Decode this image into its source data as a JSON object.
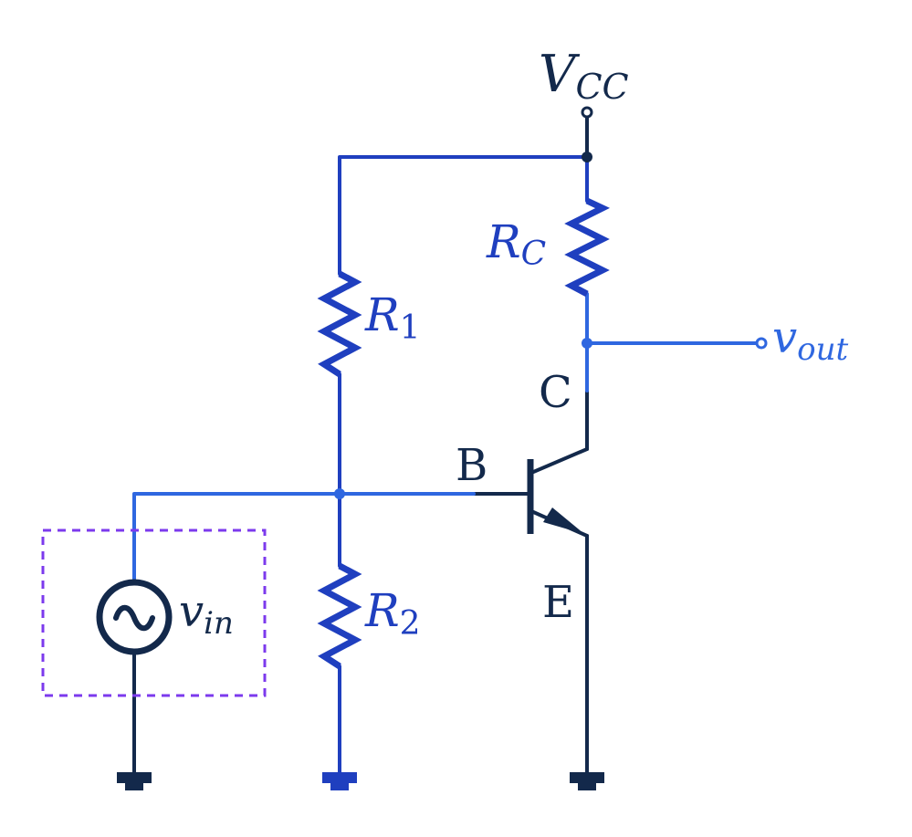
{
  "colors": {
    "dark": "#13294B",
    "blue": "#1F3FBF",
    "lightblue": "#2F67E0",
    "purple": "#7C3AED",
    "background": "#FFFFFF"
  },
  "labels": {
    "vcc": {
      "main": "V",
      "sub": "CC"
    },
    "rc": {
      "main": "R",
      "sub": "C"
    },
    "r1": {
      "main": "R",
      "sub": "1"
    },
    "r2": {
      "main": "R",
      "sub": "2"
    },
    "vout": {
      "main": "v",
      "sub": "out"
    },
    "vin": {
      "main": "v",
      "sub": "in"
    },
    "collector": "C",
    "base": "B",
    "emitter": "E"
  },
  "components": {
    "supply": "vcc-terminal",
    "collector_resistor": "rc",
    "bias_resistor_top": "r1",
    "bias_resistor_bottom": "r2",
    "transistor": "npn-bjt",
    "source": "ac-voltage-source",
    "grounds": 3
  }
}
